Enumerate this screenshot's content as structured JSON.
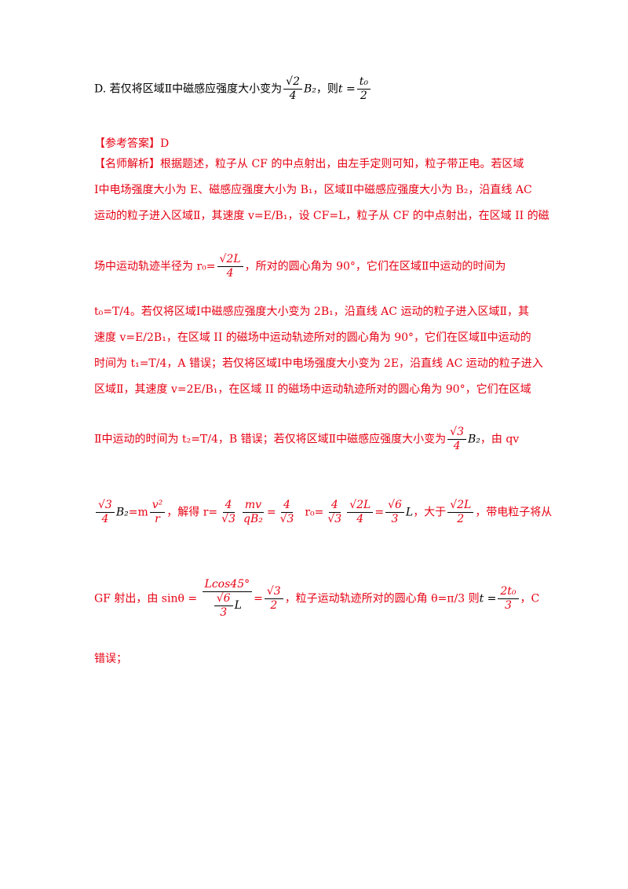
{
  "optionD": {
    "prefix": "D. 若仅将区域Ⅱ中磁感应强度大小变为",
    "suffix": "，则",
    "frac_num": "√2",
    "frac_den": "4",
    "b2": "B₂",
    "t_eq": "t =",
    "t_num": "t₀",
    "t_den": "2"
  },
  "answer": {
    "label": "【参考答案】D"
  },
  "analysis": {
    "l1": "【名师解析】根据题述，粒子从 CF 的中点射出，由左手定则可知，粒子带正电。若区域",
    "l2": "Ⅰ中电场强度大小为 E、磁感应强度大小为 B₁，区域Ⅱ中磁感应强度大小为 B₂，沿直线 AC",
    "l3": "运动的粒子进入区域Ⅱ，其速度 v=E/B₁，设 CF=L，粒子从 CF 的中点射出，在区域 II 的磁",
    "l4a": "场中运动轨迹半径为 r₀=",
    "l4_num": "√2L",
    "l4_den": "4",
    "l4b": "，所对的圆心角为 90°，它们在区域Ⅱ中运动的时间为",
    "l5": "t₀=T/4。若仅将区域Ⅰ中磁感应强度大小变为 2B₁，沿直线 AC 运动的粒子进入区域Ⅱ，其",
    "l6": "速度 v=E/2B₁，在区域 II 的磁场中运动轨迹所对的圆心角为 90°，它们在区域Ⅱ中运动的",
    "l7": "时间为 t₁=T/4，A 错误；若仅将区域Ⅰ中电场强度大小变为 2E，沿直线 AC 运动的粒子进入",
    "l8": "区域Ⅱ，其速度 v=2E/B₁，在区域 II 的磁场中运动轨迹所对的圆心角为 90°，它们在区域",
    "l9a": "Ⅱ中运动的时间为 t₂=T/4，B 错误；若仅将区域Ⅱ中磁感应强度大小变为",
    "l9_num": "√3",
    "l9_den": "4",
    "l9_b2": "B₂",
    "l9b": "，由 qv",
    "l10": {
      "f1_num": "√3",
      "f1_den": "4",
      "b2": "B₂",
      "eq_m": "=m",
      "f2_num": "v²",
      "f2_den": "r",
      "t1": "，解得 r=",
      "f3_num": "4",
      "f3_den": "√3",
      "f4_num": "mv",
      "f4_den": "qB₂",
      "eq1": "=",
      "f5_num": "4",
      "f5_den": "√3",
      "r0": "r₀=",
      "f6_num": "4",
      "f6_den": "√3",
      "f7_num": "√2L",
      "f7_den": "4",
      "eq2": "=",
      "f8_num": "√6",
      "f8_den": "3",
      "L": "L",
      "t2": "，大于",
      "f9_num": "√2L",
      "f9_den": "2",
      "t3": "，带电粒子将从"
    },
    "l11": {
      "t1": "GF 射出，由 sinθ =",
      "big_num": "Lcos45°",
      "inner_num": "√6",
      "inner_den": "3",
      "inner_L": "L",
      "eq": "=",
      "f2_num": "√3",
      "f2_den": "2",
      "t2": "，粒子运动轨迹所对的圆心角 θ=π/3 则",
      "t_eq": "t =",
      "f3_num": "2t₀",
      "f3_den": "3",
      "t3": "，C"
    },
    "l12": "错误；"
  }
}
